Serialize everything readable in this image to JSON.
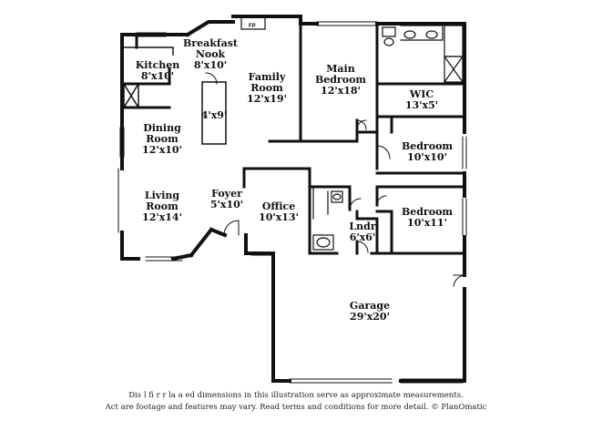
{
  "rooms": {
    "breakfast_nook": {
      "name": "Breakfast Nook",
      "line1": "Breakfast",
      "line2": "Nook",
      "size": "8'x10'"
    },
    "kitchen": {
      "line1": "Kitchen",
      "size": "8'x10'"
    },
    "family_room": {
      "line1": "Family",
      "line2": "Room",
      "size": "12'x19'"
    },
    "main_bedroom": {
      "line1": "Main",
      "line2": "Bedroom",
      "size": "12'x18'"
    },
    "wic": {
      "line1": "WIC",
      "size": "13'x5'"
    },
    "island": {
      "size": "4'x9'"
    },
    "dining_room": {
      "line1": "Dining",
      "line2": "Room",
      "size": "12'x10'"
    },
    "bedroom_2": {
      "line1": "Bedroom",
      "size": "10'x10'"
    },
    "foyer": {
      "line1": "Foyer",
      "size": "5'x10'"
    },
    "office": {
      "line1": "Office",
      "size": "10'x13'"
    },
    "living_room": {
      "line1": "Living",
      "line2": "Room",
      "size": "12'x14'"
    },
    "bedroom_3": {
      "line1": "Bedroom",
      "size": "10'x11'"
    },
    "laundry": {
      "line1": "Lndr",
      "size": "6'x6'"
    },
    "garage": {
      "line1": "Garage",
      "size": "29'x20'"
    }
  },
  "fireplace_label": "FP",
  "disclaimer": {
    "line1": "Dis        l  fi   r  r la    a      ed dimensions in this illustration serve as approximate measurements.",
    "line2": "Act       are footage and features may vary. Read terms and conditions for more detail. © PlanOmatic"
  }
}
